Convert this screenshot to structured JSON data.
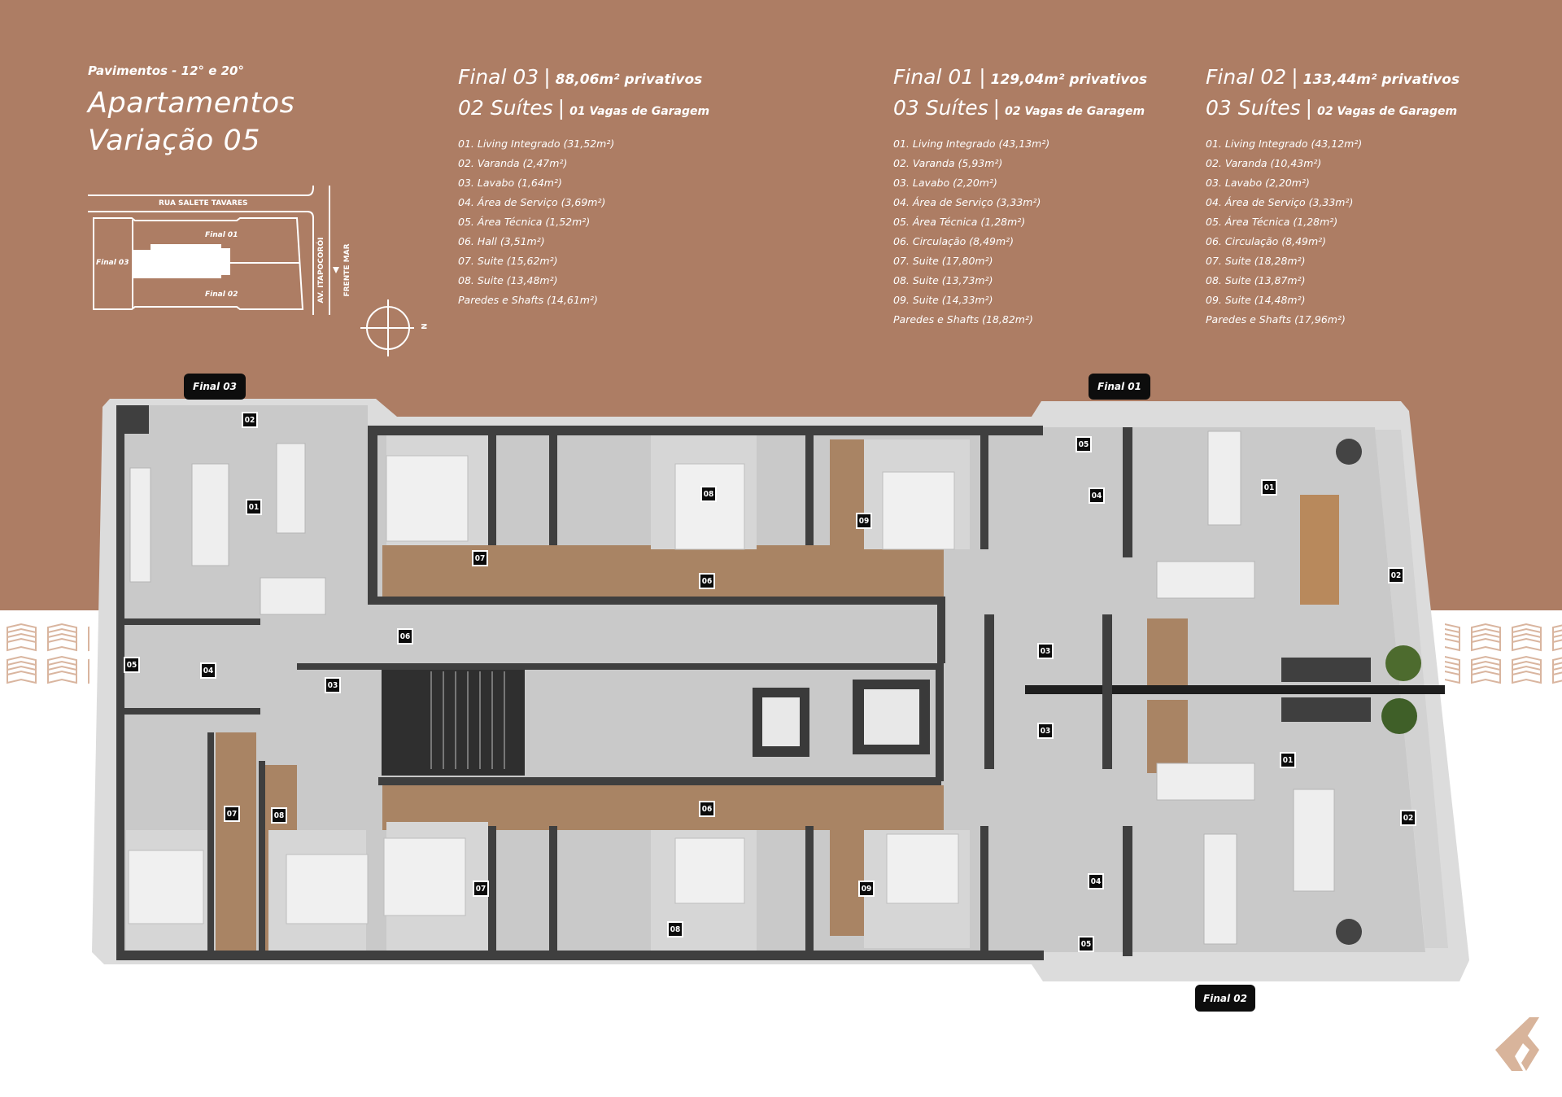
{
  "header": {
    "subtitle": "Pavimentos - 12° e 20°",
    "title_line1": "Apartamentos",
    "title_line2": "Variação 05"
  },
  "site_map": {
    "street_top": "RUA SALETE TAVARES",
    "street_side": "AV. ITAPOCORÓI",
    "sea_front": "FRENTE MAR",
    "final_01": "Final 01",
    "final_02": "Final 02",
    "final_03": "Final 03",
    "compass_label": "N"
  },
  "units": [
    {
      "name": "Final 03",
      "area": "88,06m² privativos",
      "suites": "02 Suítes",
      "garage": "01 Vagas de Garagem",
      "items": [
        "01. Living Integrado (31,52m²)",
        "02. Varanda (2,47m²)",
        "03. Lavabo (1,64m²)",
        "04. Área de Serviço (3,69m²)",
        "05. Área Técnica (1,52m²)",
        "06. Hall (3,51m²)",
        "07. Suite (15,62m²)",
        "08. Suite (13,48m²)",
        "Paredes e Shafts (14,61m²)"
      ]
    },
    {
      "name": "Final 01",
      "area": "129,04m² privativos",
      "suites": "03 Suítes",
      "garage": "02 Vagas de Garagem",
      "items": [
        "01. Living Integrado (43,13m²)",
        "02. Varanda (5,93m²)",
        "03. Lavabo (2,20m²)",
        "04. Área de Serviço (3,33m²)",
        "05. Área Técnica (1,28m²)",
        "06. Circulação (8,49m²)",
        "07. Suite (17,80m²)",
        "08. Suite (13,73m²)",
        "09. Suite (14,33m²)",
        "Paredes e Shafts (18,82m²)"
      ]
    },
    {
      "name": "Final 02",
      "area": "133,44m² privativos",
      "suites": "03 Suítes",
      "garage": "02 Vagas de Garagem",
      "items": [
        "01. Living Integrado (43,12m²)",
        "02. Varanda (10,43m²)",
        "03. Lavabo (2,20m²)",
        "04. Área de Serviço (3,33m²)",
        "05. Área Técnica (1,28m²)",
        "06. Circulação (8,49m²)",
        "07. Suite (18,28m²)",
        "08. Suite (13,87m²)",
        "09. Suite (14,48m²)",
        "Paredes e Shafts (17,96m²)"
      ]
    }
  ],
  "plan_tabs": {
    "final_03": "Final 03",
    "final_01": "Final 01",
    "final_02": "Final 02"
  },
  "room_badges": [
    "02",
    "01",
    "07",
    "06",
    "06",
    "05",
    "04",
    "03",
    "07",
    "08",
    "06",
    "07",
    "08",
    "08",
    "09",
    "09",
    "05",
    "04",
    "01",
    "02",
    "03",
    "03",
    "01",
    "02",
    "04",
    "05"
  ],
  "colors": {
    "brand_brown": "#ad7d64",
    "wall": "#3d3d3d",
    "wood": "#a98464",
    "floor": "#c7c7c7"
  }
}
